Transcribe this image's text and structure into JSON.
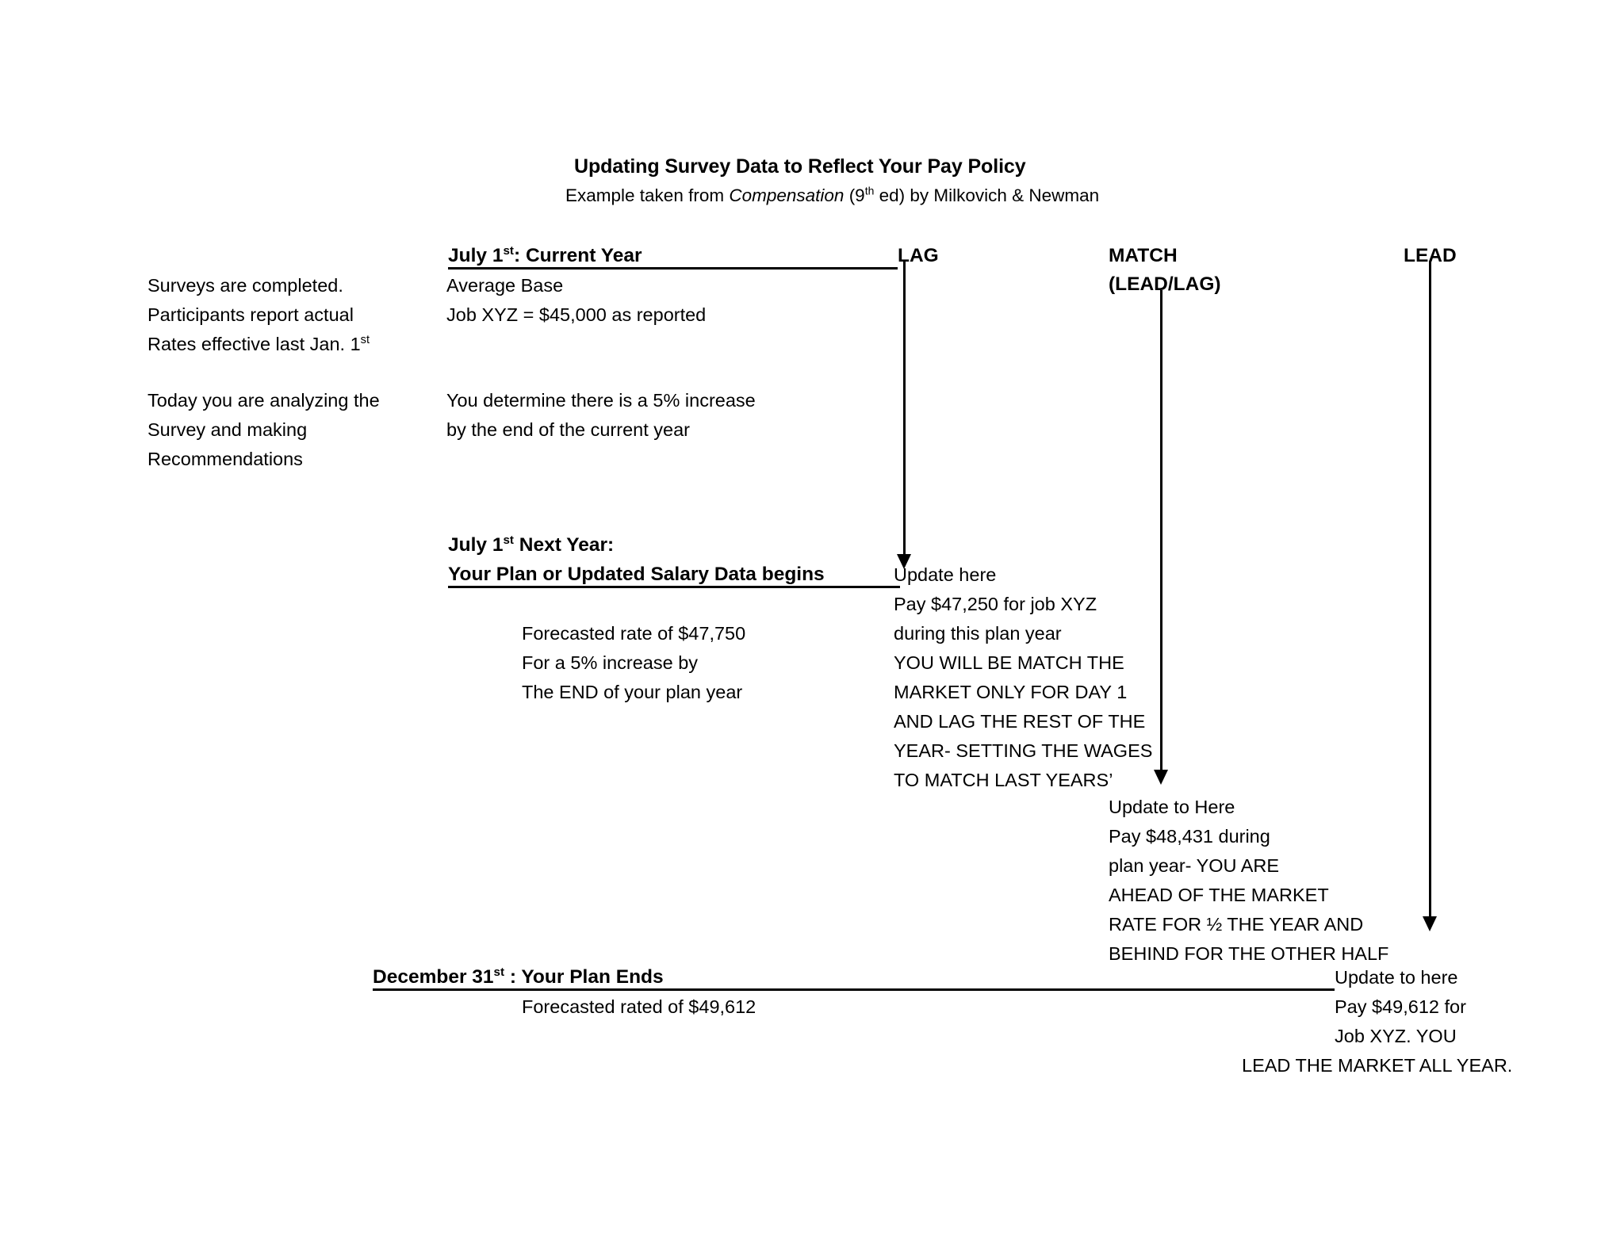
{
  "document": {
    "title_line1": "Updating Survey Data to Reflect Your Pay Policy",
    "subtitle_prefix": "Example taken from ",
    "subtitle_italic": "Compensation",
    "subtitle_sup_open": " (9",
    "subtitle_sup": "th",
    "subtitle_suffix": " ed) by Milkovich & Newman"
  },
  "headers": {
    "timeline_heading_pre": "July 1",
    "timeline_heading_sup": "st",
    "timeline_heading_post": ": Current Year",
    "lag": "LAG",
    "match": "MATCH",
    "match_sub": "(LEAD/LAG)",
    "lead": "LEAD"
  },
  "left_column": {
    "block1": [
      "Surveys are completed.",
      "Participants report actual",
      "Rates effective last Jan.  1"
    ],
    "block1_sup": "st",
    "block2": [
      "Today you are analyzing the",
      "Survey and making",
      "Recommendations"
    ]
  },
  "center_column": {
    "current_year": [
      "Average Base",
      "Job XYZ = $45,000 as reported"
    ],
    "increase_note": [
      "You determine there is a 5% increase",
      "by the end of the current year"
    ],
    "next_year_heading_pre": "July 1",
    "next_year_heading_sup": "st",
    "next_year_heading_post": " Next Year:",
    "plan_begins_heading": "Your Plan or Updated Salary Data begins",
    "forecast_block": [
      "Forecasted rate of $47,750",
      "For a 5% increase by",
      "The END of your plan year"
    ]
  },
  "lag_column": {
    "lines": [
      "Update here",
      "Pay $47,250 for job XYZ",
      "during this plan year",
      "YOU WILL BE MATCH THE",
      "MARKET ONLY FOR DAY 1",
      "AND LAG THE REST OF THE",
      "YEAR- SETTING THE WAGES",
      "TO MATCH LAST YEARS’"
    ]
  },
  "match_column": {
    "lines": [
      "Update to Here",
      "Pay $48,431 during",
      "plan year- YOU ARE",
      "AHEAD OF THE MARKET",
      "RATE FOR ½ THE YEAR AND",
      "BEHIND FOR THE OTHER HALF"
    ]
  },
  "lead_column": {
    "line1": "Update to here",
    "line2": "Pay $49,612 for",
    "line3": "Job XYZ.  YOU",
    "line4": "LEAD THE MARKET ALL YEAR."
  },
  "footer": {
    "plan_ends_pre": "December 31",
    "plan_ends_sup": "st",
    "plan_ends_post": " : Your Plan Ends",
    "forecast": "Forecasted rated of $49,612"
  },
  "colors": {
    "ink": "#000000",
    "page": "#ffffff"
  }
}
